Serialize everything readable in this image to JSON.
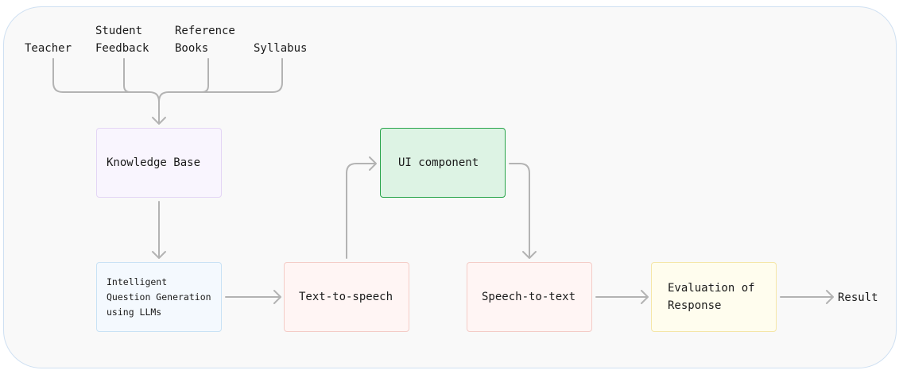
{
  "sources": {
    "teacher": "Teacher",
    "student_feedback": "Student\nFeedback",
    "reference_books": "Reference\nBooks",
    "syllabus": "Syllabus"
  },
  "nodes": {
    "knowledge_base": "Knowledge Base",
    "question_generation": "Intelligent\nQuestion Generation\nusing LLMs",
    "text_to_speech": "Text-to-speech",
    "ui_component": "UI component",
    "speech_to_text": "Speech-to-text",
    "evaluation": "Evaluation of\nResponse"
  },
  "output": {
    "result": "Result"
  },
  "colors": {
    "arrow": "#b3b3b3",
    "knowledge_base_fill": "#f9f5fe",
    "question_generation_fill": "#f4f9fe",
    "speech_fill": "#fff5f4",
    "ui_component_fill": "#ddf3e4",
    "ui_component_border": "#28a44a",
    "evaluation_fill": "#fffdee"
  }
}
